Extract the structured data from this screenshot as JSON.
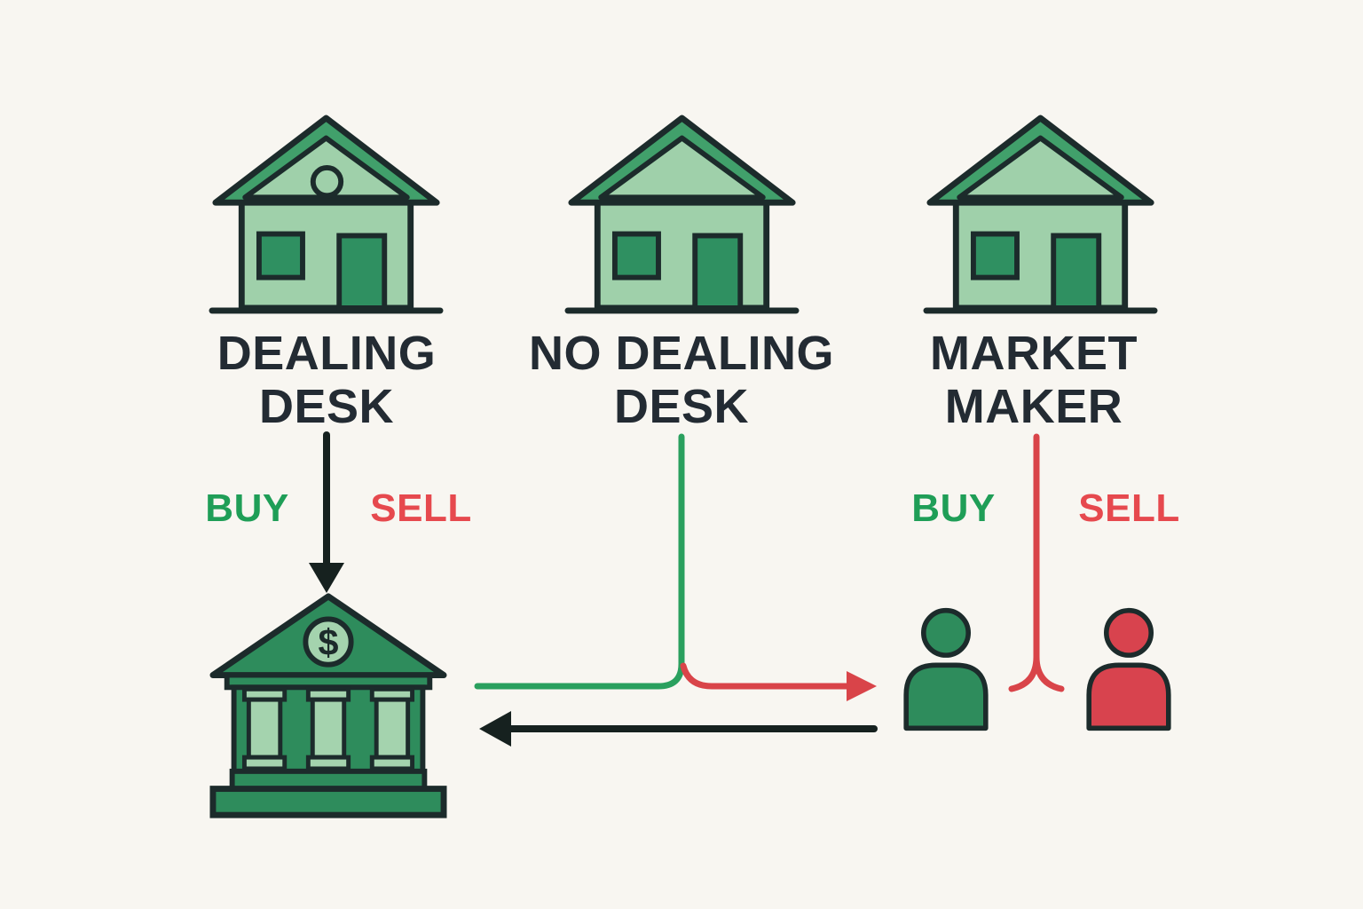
{
  "background_color": "#f8f6f1",
  "brokers": [
    {
      "label": "DEALING DESK"
    },
    {
      "label": "NO DEALING DESK"
    },
    {
      "label": "MARKET MAKER"
    }
  ],
  "dealing_desk_flow": {
    "buy_label": "BUY",
    "sell_label": "SELL",
    "arrow": "down-to-bank"
  },
  "no_dealing_desk_flow": {
    "green_line": "to-bank",
    "red_line": "to-traders"
  },
  "market_maker_flow": {
    "buy_label": "BUY",
    "sell_label": "SELL",
    "red_line": "forks-to-traders"
  },
  "bank": {
    "dollar_symbol": "$"
  },
  "traders": [
    {
      "role": "buyer",
      "color": "#2e8c5c"
    },
    {
      "role": "seller",
      "color": "#d8434e"
    }
  ],
  "colors": {
    "outline": "#1c2b2b",
    "house_body_green": "#9fd0aa",
    "house_roof_green": "#41a06b",
    "house_door_green": "#2f9061",
    "bank_dark_green": "#2e8c5c",
    "bank_light_green": "#a4d3ae",
    "buy_green_text": "#1f9e57",
    "sell_red_text": "#e6494e",
    "line_green": "#2aa05e",
    "line_red": "#d94449",
    "line_black": "#16211f",
    "label_text": "#232b33",
    "background": "#f8f6f1"
  }
}
